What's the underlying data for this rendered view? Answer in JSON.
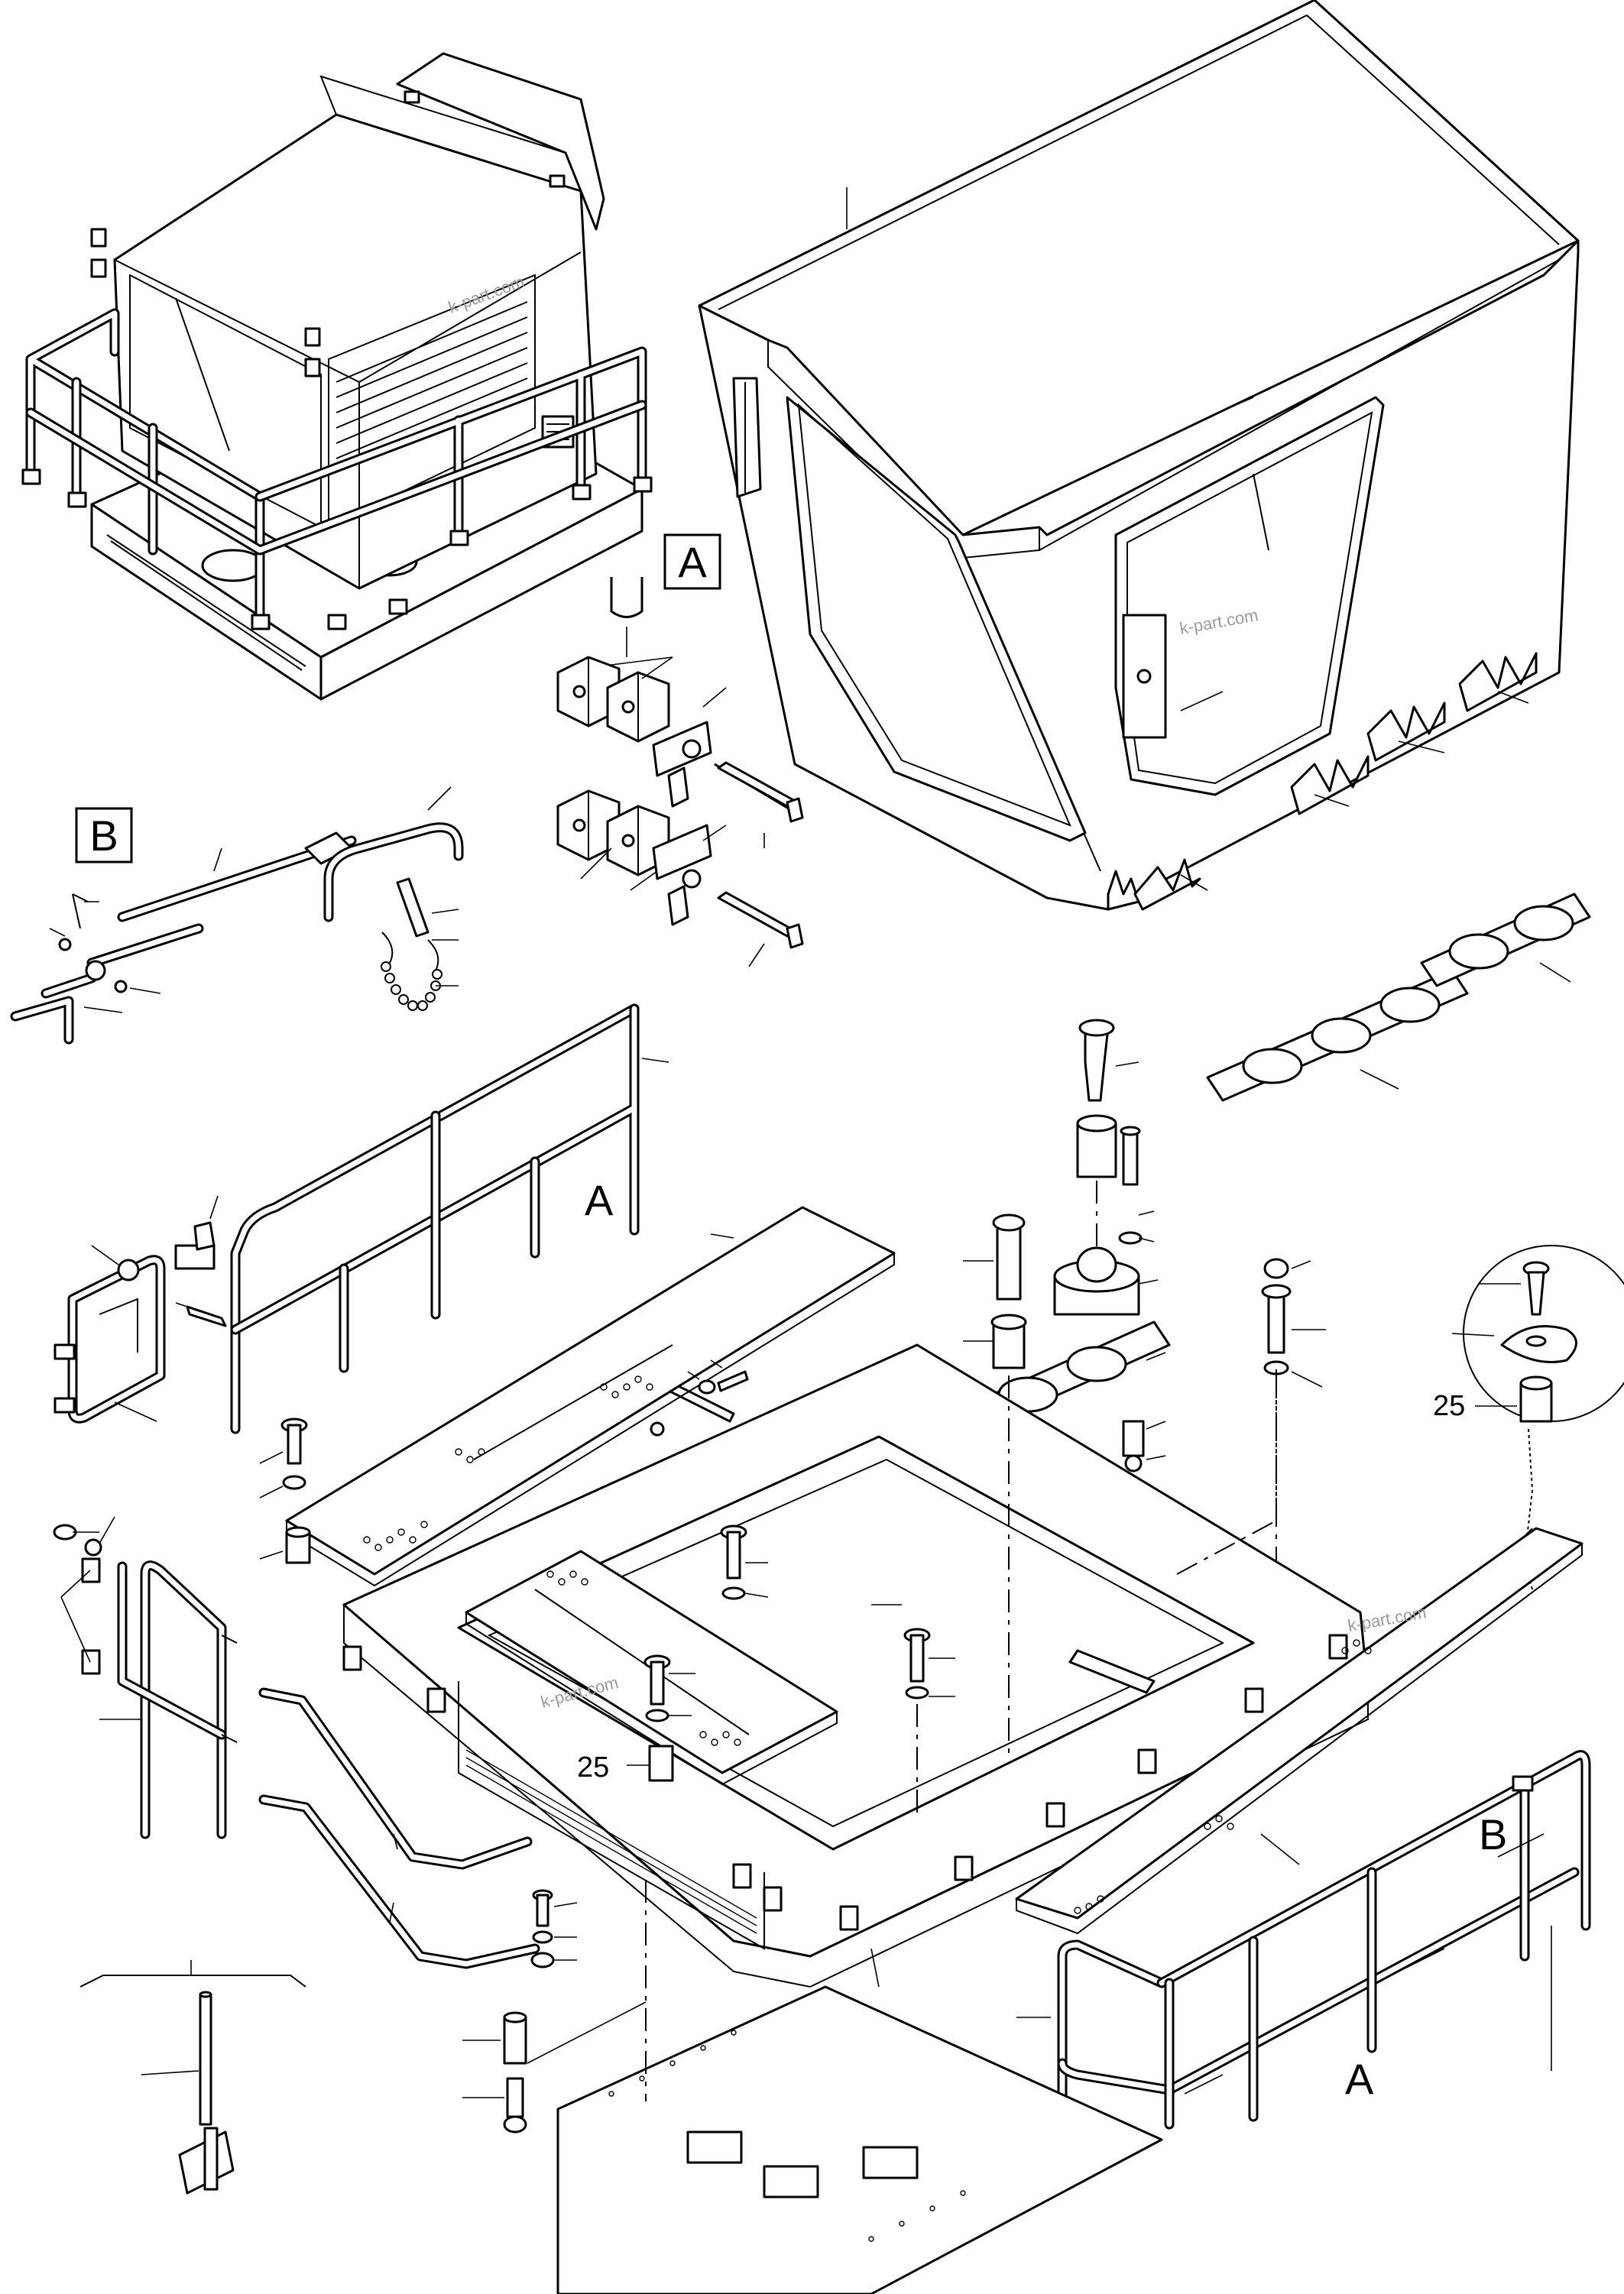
{
  "diagram": {
    "callouts": {
      "box_a": "A",
      "box_b": "B",
      "rail_a_upper": "A",
      "rail_a_lower": "A",
      "rail_b_right": "B",
      "item_25_detail": "25",
      "item_25_frame": "25"
    },
    "watermark": "k-part.com"
  }
}
